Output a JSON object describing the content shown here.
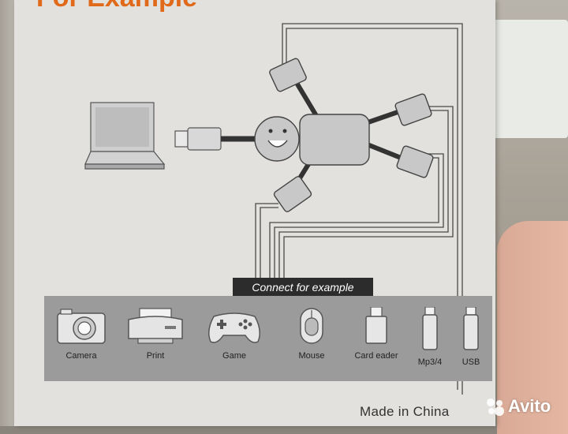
{
  "box": {
    "title": "For Example",
    "caption": "Connect for example",
    "made_in": "Made in China"
  },
  "devices": [
    {
      "label": "Camera",
      "icon": "camera-icon"
    },
    {
      "label": "Print",
      "icon": "printer-icon"
    },
    {
      "label": "Game",
      "icon": "gamepad-icon"
    },
    {
      "label": "Mouse",
      "icon": "mouse-icon"
    },
    {
      "label": "Card eader",
      "icon": "card-reader-icon"
    },
    {
      "label": "Mp3/4",
      "icon": "mp3-player-icon"
    },
    {
      "label": "USB",
      "icon": "usb-stick-icon"
    }
  ],
  "watermark": {
    "text": "Avito",
    "icon": "avito-dots-icon"
  },
  "colors": {
    "title": "#e06a1a",
    "caption_bg": "#2c2c2c",
    "strip_bg": "#9b9b9b",
    "box_bg": "#e2e1dd"
  }
}
